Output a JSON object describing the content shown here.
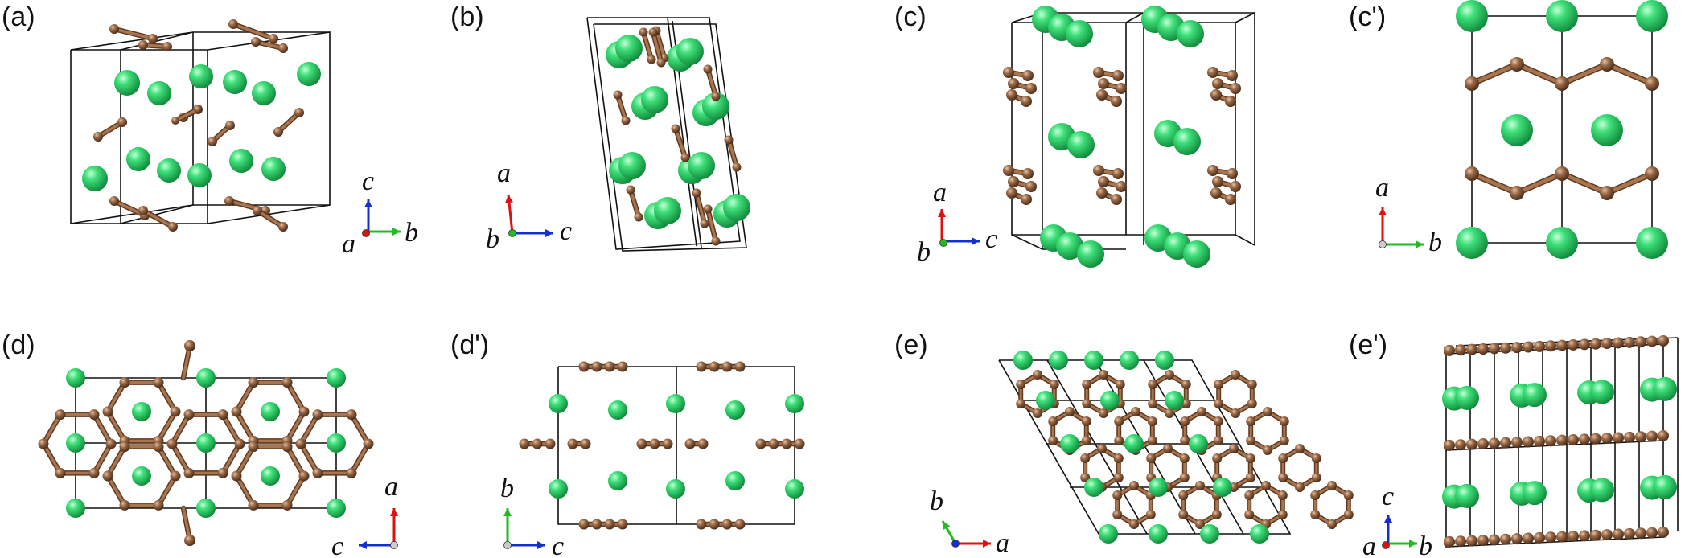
{
  "panels": [
    {
      "label": "(a)",
      "axes": [
        "c",
        "a",
        "b"
      ]
    },
    {
      "label": "(b)",
      "axes": [
        "a",
        "b",
        "c"
      ]
    },
    {
      "label": "(c)",
      "axes": [
        "a",
        "b",
        "c"
      ]
    },
    {
      "label": "(c')",
      "axes": [
        "a",
        "b"
      ]
    },
    {
      "label": "(d)",
      "axes": [
        "a",
        "c"
      ]
    },
    {
      "label": "(d')",
      "axes": [
        "b",
        "c"
      ]
    },
    {
      "label": "(e)",
      "axes": [
        "b",
        "a"
      ]
    },
    {
      "label": "(e')",
      "axes": [
        "c",
        "a",
        "b"
      ]
    }
  ],
  "colors": {
    "large_atom": "#2fd36a",
    "small_atom": "#8a5a3c",
    "axis_x_red": "#e01010",
    "axis_y_green": "#22bb22",
    "axis_z_blue": "#1530cc",
    "cell_edge": "#111111"
  }
}
